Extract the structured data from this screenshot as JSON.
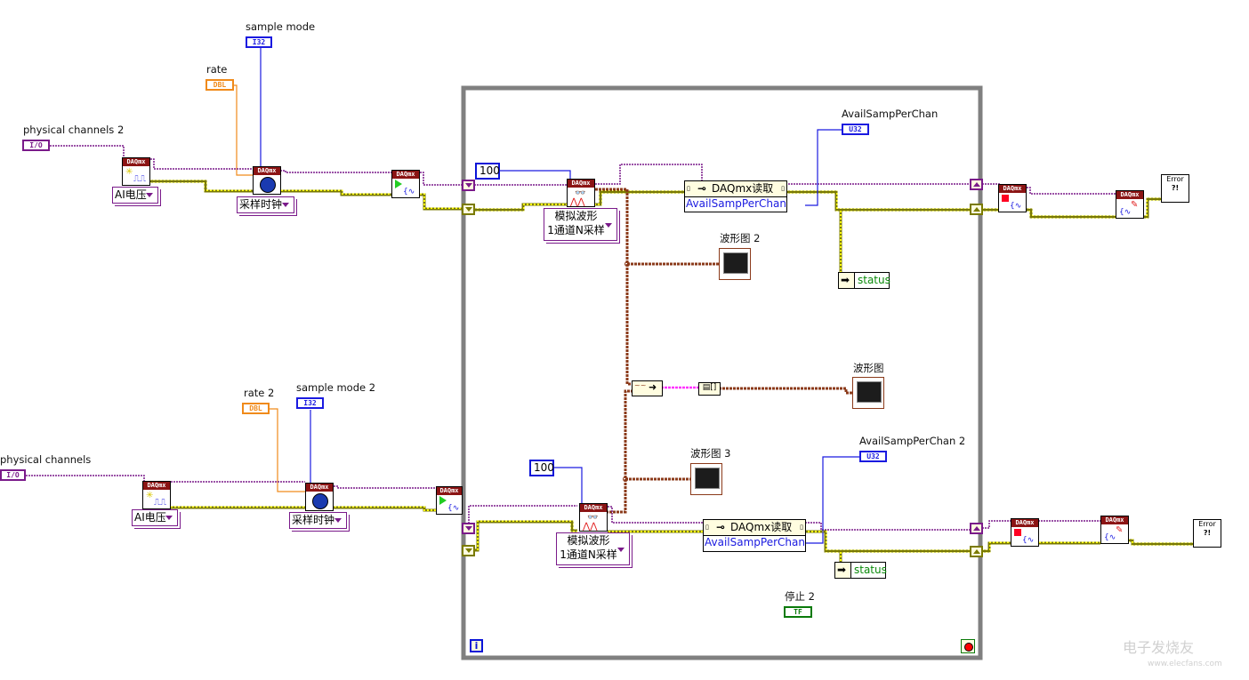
{
  "colors": {
    "wire_task": "#7a1a8a",
    "wire_error": "#7a7a00",
    "wire_error_fill": "#ffff00",
    "wire_i32": "#1a1ae0",
    "wire_dbl": "#f08a1a",
    "wire_waveform": "#8b3a1a",
    "wire_dynamic": "#ff33ff",
    "loop_border": "#808080",
    "vi_header": "#8b1414",
    "bool_green": "#0a7a0a"
  },
  "controls": {
    "sample_mode": {
      "label": "sample mode",
      "type": "I32"
    },
    "rate": {
      "label": "rate",
      "type": "DBL"
    },
    "physical_channels_2": {
      "label": "physical channels 2",
      "type": "I/O"
    },
    "rate_2": {
      "label": "rate 2",
      "type": "DBL"
    },
    "sample_mode_2": {
      "label": "sample mode 2",
      "type": "I32"
    },
    "physical_channels": {
      "label": "physical channels",
      "type": "I/O"
    },
    "stop_2": {
      "label": "停止 2",
      "type": "TF"
    }
  },
  "vis": {
    "header": "DAQmx",
    "create_channel_1": {
      "selector": "AI电压"
    },
    "timing_1": {
      "selector": "采样时钟"
    },
    "create_channel_2": {
      "selector": "AI电压"
    },
    "timing_2": {
      "selector": "采样时钟"
    },
    "read_1": {
      "selector_line1": "模拟波形",
      "selector_line2": "1通道N采样"
    },
    "read_2": {
      "selector_line1": "模拟波形",
      "selector_line2": "1通道N采样"
    }
  },
  "constants": {
    "samples_1": "100",
    "samples_2": "100"
  },
  "property_nodes": {
    "read_1": {
      "title": "DAQmx读取",
      "property": "AvailSampPerChan"
    },
    "read_2": {
      "title": "DAQmx读取",
      "property": "AvailSampPerChan"
    }
  },
  "unbundle": {
    "status_1": "status",
    "status_2": "status"
  },
  "indicators": {
    "avail_1": {
      "label": "AvailSampPerChan",
      "type": "U32"
    },
    "avail_2": {
      "label": "AvailSampPerChan 2",
      "type": "U32"
    },
    "graph_2": {
      "label": "波形图 2"
    },
    "graph": {
      "label": "波形图"
    },
    "graph_3": {
      "label": "波形图 3"
    }
  },
  "error_handler": {
    "text_line1": "Error",
    "text_line2": "?!"
  },
  "loop": {
    "iteration_terminal": "i"
  },
  "watermark": {
    "line1": "电子发烧友",
    "line2": "www.elecfans.com"
  }
}
